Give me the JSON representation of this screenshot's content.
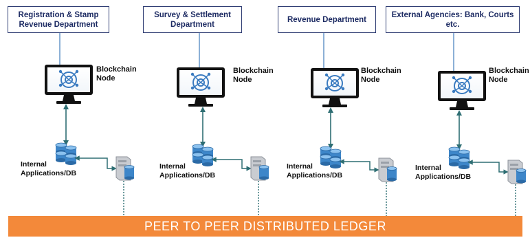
{
  "departments": [
    {
      "name": "Registration & Stamp Revenue Department"
    },
    {
      "name": "Survey & Settlement Department"
    },
    {
      "name": "Revenue Department"
    },
    {
      "name": "External Agencies: Bank, Courts etc."
    }
  ],
  "node_label": "Blockchain Node",
  "db_label": "Internal Applications/DB",
  "ledger_label": "PEER TO PEER DISTRIBUTED LEDGER",
  "colors": {
    "box_border": "#2f3d73",
    "connector": "#5a8fc4",
    "arrow": "#2e6e73",
    "ledger": "#f3893a",
    "db_blue": "#3d86c9"
  }
}
